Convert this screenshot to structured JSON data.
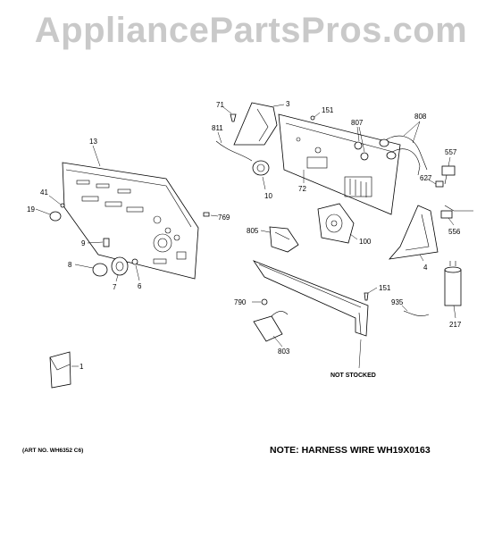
{
  "watermark": "AppliancePartsPros.com",
  "art_no": "(ART NO. WH6352 C6)",
  "note": "NOTE: HARNESS WIRE WH19X0163",
  "not_stocked": "NOT STOCKED",
  "parts": {
    "p1": "1",
    "p3": "3",
    "p4": "4",
    "p6": "6",
    "p7": "7",
    "p8": "8",
    "p9": "9",
    "p10": "10",
    "p13": "13",
    "p19": "19",
    "p41": "41",
    "p71": "71",
    "p72": "72",
    "p100": "100",
    "p151a": "151",
    "p151b": "151",
    "p217": "217",
    "p556": "556",
    "p557": "557",
    "p627": "627",
    "p769": "769",
    "p790": "790",
    "p803": "803",
    "p805": "805",
    "p807": "807",
    "p808": "808",
    "p811": "811",
    "p935": "935"
  }
}
